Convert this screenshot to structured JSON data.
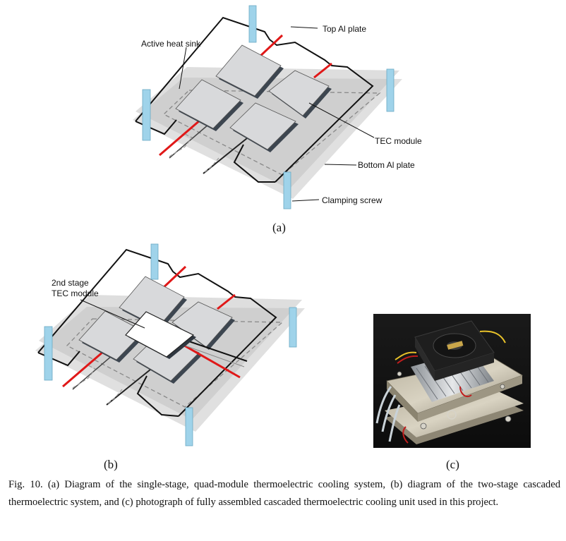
{
  "panel_a": {
    "labels": {
      "top_plate": "Top Al plate",
      "heat_sink": "Active heat sink",
      "tec_module": "TEC module",
      "bottom_plate": "Bottom Al plate",
      "clamping_screw": "Clamping screw"
    },
    "panel_label": "(a)"
  },
  "panel_b": {
    "labels": {
      "stage2_line1": "2nd stage",
      "stage2_line2": "TEC module"
    },
    "panel_label": "(b)"
  },
  "panel_c": {
    "panel_label": "(c)"
  },
  "caption": "Fig. 10. (a) Diagram of the single-stage, quad-module thermoelectric cooling system, (b) diagram of the two-stage cascaded thermoelectric system, and (c) photograph of fully assembled cascaded thermoelectric cooling unit used in this project.",
  "colors": {
    "screw": "#9fd3ea",
    "wire_red": "#e01818",
    "tec": "#d8d9db",
    "plate": "#c9c9c9"
  }
}
